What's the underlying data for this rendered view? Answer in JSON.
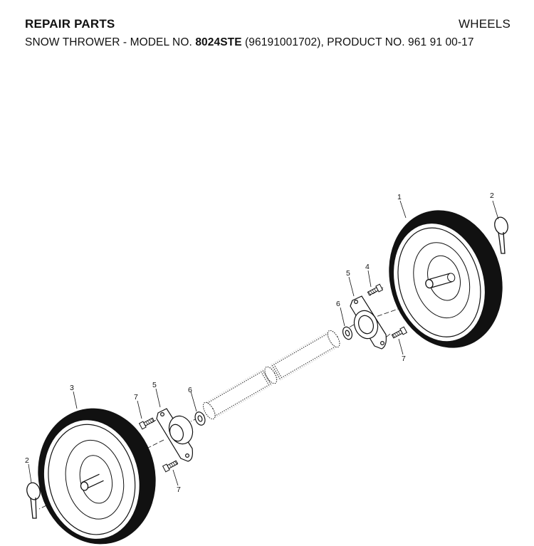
{
  "header": {
    "section_title": "REPAIR PARTS",
    "page_title": "WHEELS",
    "subtitle_prefix": "SNOW THROWER - MODEL NO. ",
    "model_no": "8024STE",
    "subtitle_suffix": " (96191001702), PRODUCT NO. 961 91 00-17"
  },
  "callouts": {
    "wheel_right": "1",
    "pin_right": "2",
    "wheel_left": "3",
    "bolt_upper": "4",
    "bracket_right": "5",
    "washer_right": "6",
    "bolt_right_lower": "7",
    "bolt_left_upper": "7",
    "bracket_left": "5",
    "washer_left": "6",
    "pin_left": "2",
    "bolt_left_lower": "7"
  },
  "colors": {
    "tire": "#111111",
    "line": "#111111",
    "background": "#ffffff"
  }
}
